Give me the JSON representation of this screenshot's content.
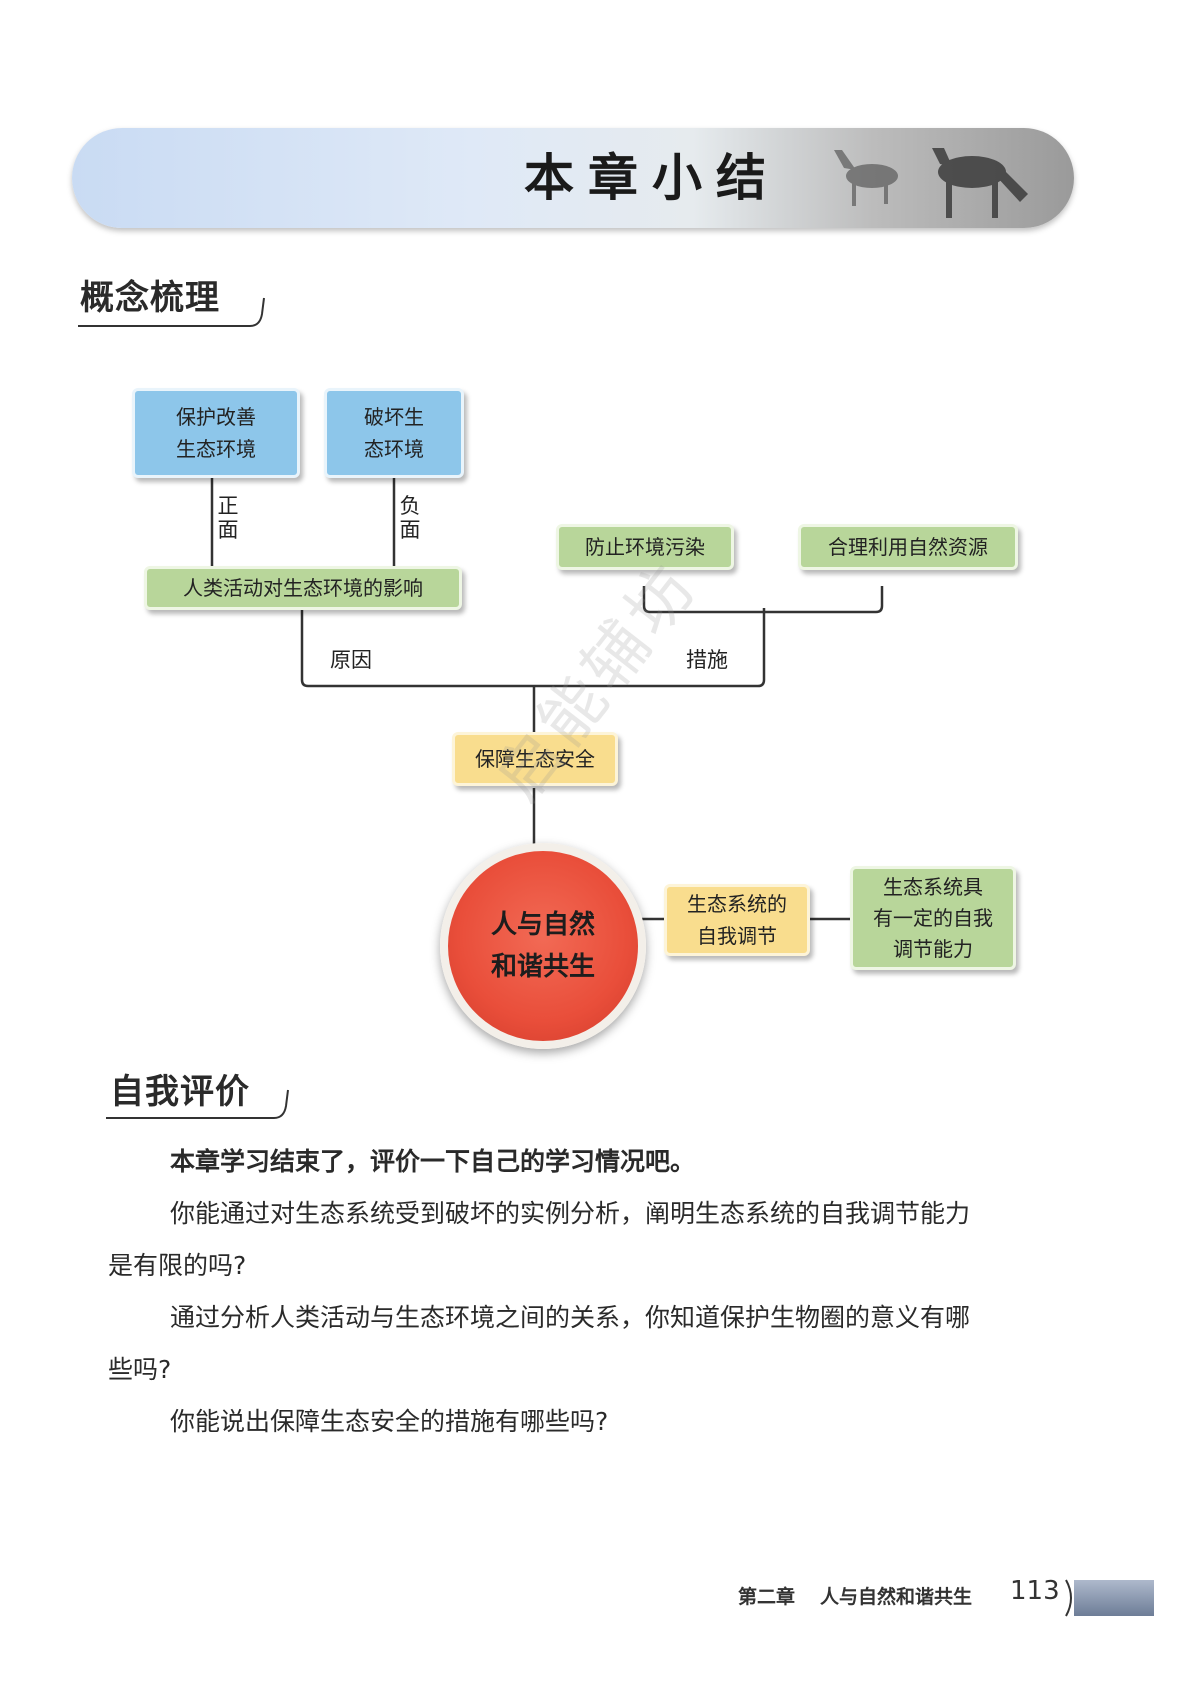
{
  "banner": {
    "title": "本章小结"
  },
  "concept_section": {
    "heading": "概念梳理"
  },
  "diagram": {
    "box_protect": {
      "line1": "保护改善",
      "line2": "生态环境"
    },
    "box_destroy": {
      "line1": "破坏生",
      "line2": "态环境"
    },
    "label_positive": "正面",
    "label_negative": "负面",
    "box_influence": "人类活动对生态环境的影响",
    "box_prevent": "防止环境污染",
    "box_use": "合理利用自然资源",
    "label_cause": "原因",
    "label_measure": "措施",
    "box_security": "保障生态安全",
    "center": {
      "line1": "人与自然",
      "line2": "和谐共生"
    },
    "box_selfreg": {
      "line1": "生态系统的",
      "line2": "自我调节"
    },
    "box_capacity": {
      "line1": "生态系统具",
      "line2": "有一定的自我",
      "line3": "调节能力"
    },
    "watermark": "启能辅坊"
  },
  "self_eval": {
    "heading": "自我评价",
    "p1": "本章学习结束了，评价一下自己的学习情况吧。",
    "p2a": "你能通过对生态系统受到破坏的实例分析，阐明生态系统的自我调节能力",
    "p2b": "是有限的吗?",
    "p3a": "通过分析人类活动与生态环境之间的关系，你知道保护生物圈的意义有哪",
    "p3b": "些吗?",
    "p4": "你能说出保障生态安全的措施有哪些吗?"
  },
  "footer": {
    "chapter": "第二章",
    "chapter_title": "人与自然和谐共生",
    "page_number": "113"
  }
}
